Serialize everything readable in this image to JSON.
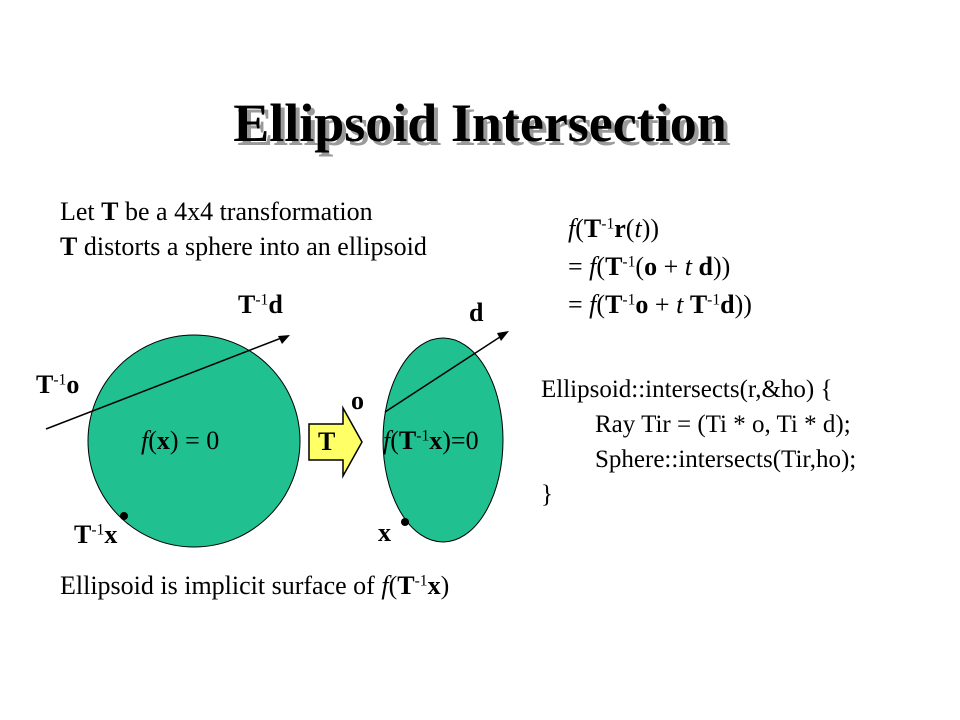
{
  "title": "Ellipsoid Intersection",
  "intro": {
    "line1_var": "T",
    "line1_text": " be a 4x4 transformation",
    "line1_pre": "Let ",
    "line2_var": "T",
    "line2_text": " distorts a sphere into an ellipsoid"
  },
  "derivation": {
    "f": "f",
    "T": "T",
    "inv": "-1",
    "r": "r",
    "t": "t",
    "o": "o",
    "d": "d",
    "eq": "= "
  },
  "code": {
    "line1": "Ellipsoid::intersects(r,&ho)  {",
    "line2": "Ray Tir = (Ti * o, Ti * d);",
    "line3": "Sphere::intersects(Tir,ho);",
    "line4": "}"
  },
  "diagram": {
    "sphere_label_f": "f",
    "sphere_label_x": "x",
    "sphere_label_rest": ") = 0",
    "ellipsoid_label_f": "f",
    "ellipsoid_label_T": "T",
    "ellipsoid_label_x": "x",
    "ellipsoid_label_rest": ")=0",
    "arrow_label": "T",
    "T": "T",
    "inv": "-1",
    "o": "o",
    "d": "d",
    "x": "x",
    "fill_color": "#20c090",
    "arrow_color": "#ffff66"
  },
  "footer": {
    "text": "Ellipsoid is implicit surface of ",
    "f": "f",
    "T": "T",
    "inv": "-1",
    "x": "x"
  }
}
